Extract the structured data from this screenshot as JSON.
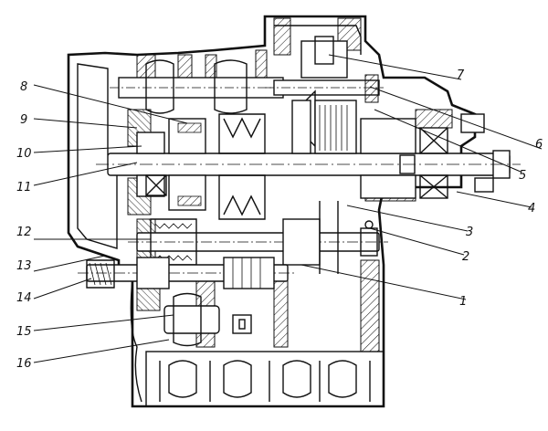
{
  "colors": {
    "ink": "#111111",
    "paper": "#ffffff"
  },
  "labels": {
    "l1": "1",
    "l2": "2",
    "l3": "3",
    "l4": "4",
    "l5": "5",
    "l6": "6",
    "l7": "7",
    "l8": "8",
    "l9": "9",
    "l10": "10",
    "l11": "11",
    "l12": "12",
    "l13": "13",
    "l14": "14",
    "l15": "15",
    "l16": "16"
  }
}
